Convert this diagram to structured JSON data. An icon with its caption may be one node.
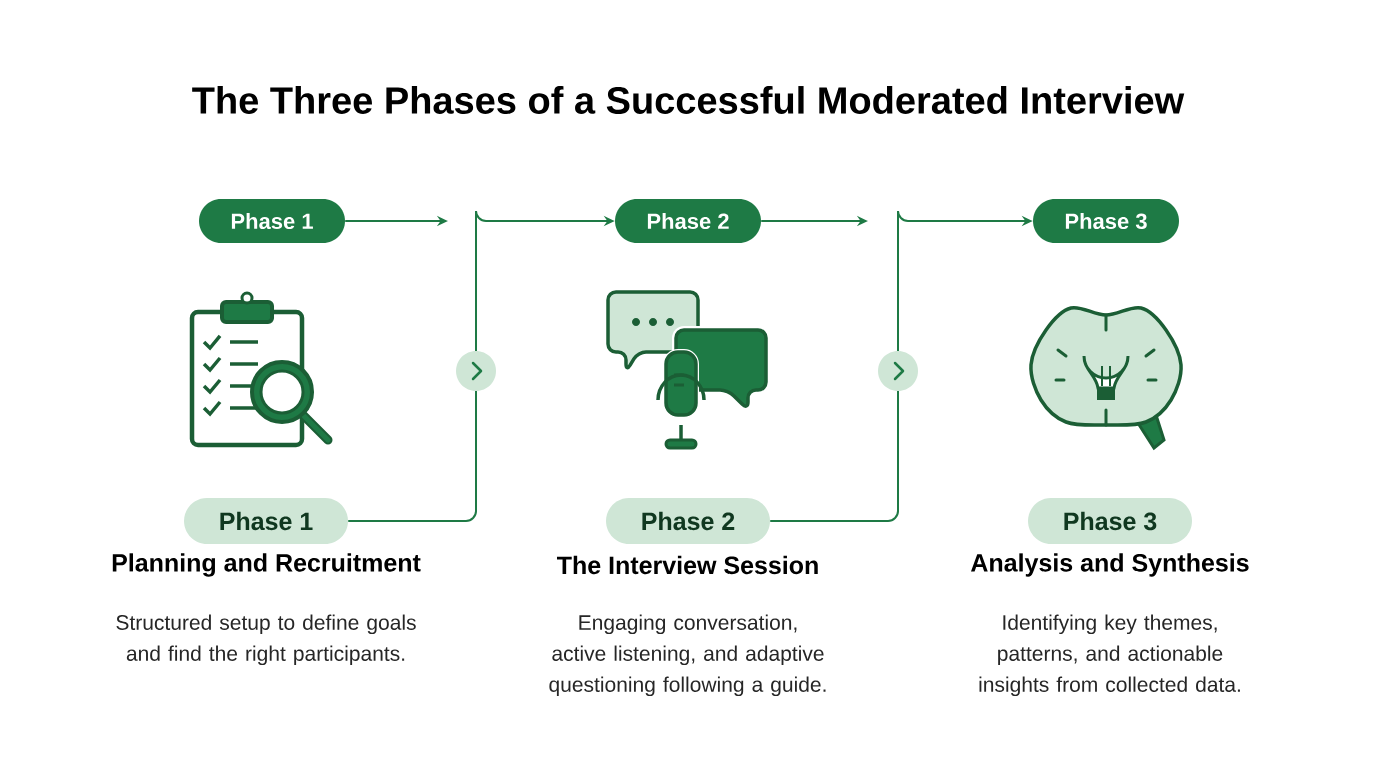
{
  "diagram": {
    "title": "The Three Phases of a Successful Moderated Interview",
    "nodes": [
      {
        "text": [
          "Phase 1"
        ]
      },
      {
        "text": [
          "Phase 2"
        ]
      },
      {
        "text": [
          "Phase 3"
        ]
      },
      {
        "text": [
          "Phase 1"
        ],
        "beside": [
          "Planning and Recruitment",
          "Structured setup to define goals and find the right participants."
        ]
      },
      {
        "text": [
          "Phase 2"
        ],
        "beside": [
          "The Interview Session",
          "Engaging conversation, active listening, and adaptive questioning following a guide."
        ]
      },
      {
        "text": [
          "Phase 3"
        ],
        "beside": [
          "Analysis and Synthesis",
          "Identifying key themes, patterns, and actionable insights from collected data."
        ]
      }
    ],
    "edges": [
      {
        "from": 0,
        "to": null,
        "arrow": "to"
      },
      {
        "from": 3,
        "to": 1,
        "arrow": "to"
      },
      {
        "from": 1,
        "to": null,
        "arrow": "to"
      },
      {
        "from": 4,
        "to": 2,
        "arrow": "to"
      }
    ]
  }
}
